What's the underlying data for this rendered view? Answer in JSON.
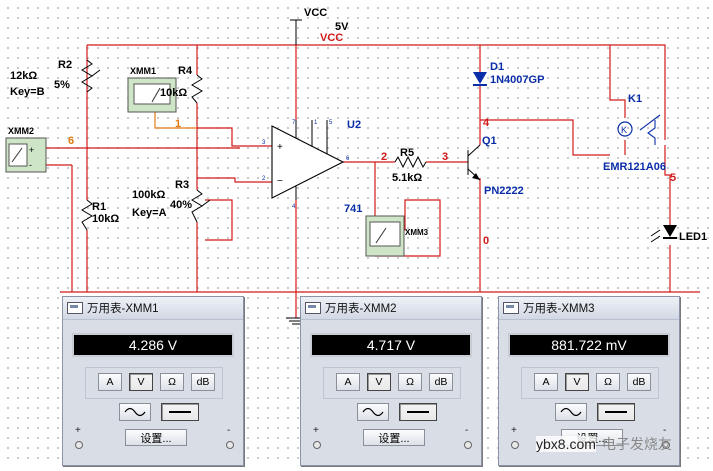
{
  "schematic": {
    "vcc_label": "VCC",
    "vcc_net_label": "VCC",
    "vcc_voltage": "5V",
    "r2": {
      "name": "R2",
      "value": "12kΩ",
      "percent": "5%",
      "key": "Key=B"
    },
    "xmm1": {
      "name": "XMM1"
    },
    "r4": {
      "name": "R4",
      "value": "10kΩ"
    },
    "xmm2": {
      "name": "XMM2"
    },
    "r1": {
      "name": "R1",
      "value": "10kΩ"
    },
    "r3": {
      "name": "R3",
      "value": "100kΩ",
      "percent": "40%",
      "key": "Key=A"
    },
    "u2": {
      "name": "U2",
      "model": "741",
      "pins": [
        "7",
        "1",
        "5",
        "3",
        "2",
        "6",
        "4"
      ]
    },
    "r5": {
      "name": "R5",
      "value": "5.1kΩ"
    },
    "xmm3": {
      "name": "XMM3"
    },
    "d1": {
      "name": "D1",
      "model": "1N4007GP"
    },
    "q1": {
      "name": "Q1",
      "model": "PN2222"
    },
    "k1": {
      "name": "K1",
      "model": "EMR121A06"
    },
    "led": {
      "name": "LED1"
    },
    "nets": {
      "n1": "1",
      "n2": "2",
      "n3": "3",
      "n4": "4",
      "n5": "5",
      "n6": "6",
      "n0": "0"
    }
  },
  "multimeters": [
    {
      "title": "万用表-XMM1",
      "reading": "4.286 V",
      "mode_selected": "V"
    },
    {
      "title": "万用表-XMM2",
      "reading": "4.717 V",
      "mode_selected": "V"
    },
    {
      "title": "万用表-XMM3",
      "reading": "881.722 mV",
      "mode_selected": "V"
    }
  ],
  "meter_buttons": {
    "a": "A",
    "v": "V",
    "ohm": "Ω",
    "db": "dB",
    "settings": "设置..."
  },
  "meter_terminals": {
    "plus": "+",
    "minus": "-"
  },
  "watermark": {
    "text": "ybx8.com",
    "logo": "电子发烧友"
  },
  "colors": {
    "wire": "#d11a1a",
    "component": "#0a2ea8",
    "probe_wire": "#e07a10",
    "grid_dot": "#b9b9b9"
  }
}
